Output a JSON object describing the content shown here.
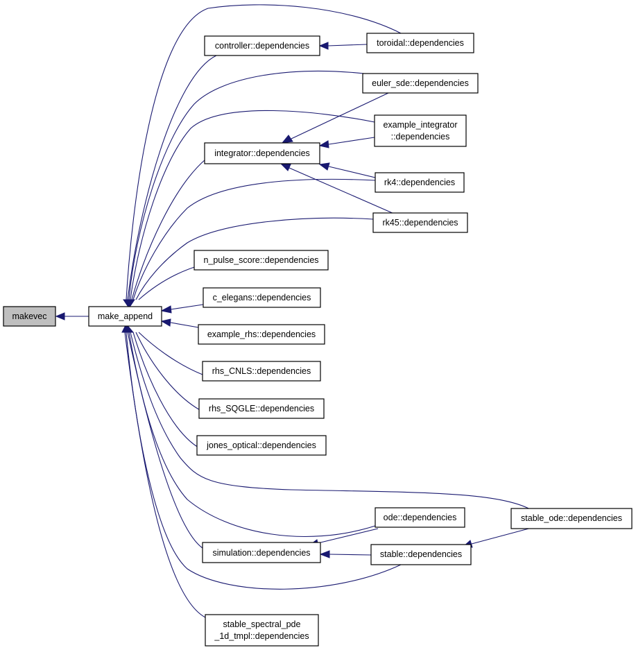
{
  "graph": {
    "edge_color": "#191970",
    "root_fill": "#bfbfbf",
    "node_fill": "#ffffff",
    "nodes": {
      "makevec": [
        "makevec"
      ],
      "make_append": [
        "make_append"
      ],
      "controller": [
        "controller::dependencies"
      ],
      "toroidal": [
        "toroidal::dependencies"
      ],
      "euler_sde": [
        "euler_sde::dependencies"
      ],
      "example_integrator": [
        "example_integrator",
        "::dependencies"
      ],
      "integrator": [
        "integrator::dependencies"
      ],
      "rk4": [
        "rk4::dependencies"
      ],
      "rk45": [
        "rk45::dependencies"
      ],
      "n_pulse_score": [
        "n_pulse_score::dependencies"
      ],
      "c_elegans": [
        "c_elegans::dependencies"
      ],
      "example_rhs": [
        "example_rhs::dependencies"
      ],
      "rhs_CNLS": [
        "rhs_CNLS::dependencies"
      ],
      "rhs_SQGLE": [
        "rhs_SQGLE::dependencies"
      ],
      "jones_optical": [
        "jones_optical::dependencies"
      ],
      "ode": [
        "ode::dependencies"
      ],
      "stable_ode": [
        "stable_ode::dependencies"
      ],
      "simulation": [
        "simulation::dependencies"
      ],
      "stable": [
        "stable::dependencies"
      ],
      "stable_spectral": [
        "stable_spectral_pde",
        "_1d_tmpl::dependencies"
      ]
    },
    "edges": [
      [
        "make_append",
        "makevec"
      ],
      [
        "toroidal",
        "make_append"
      ],
      [
        "controller",
        "make_append"
      ],
      [
        "euler_sde",
        "make_append"
      ],
      [
        "example_integrator",
        "make_append"
      ],
      [
        "integrator",
        "make_append"
      ],
      [
        "rk4",
        "make_append"
      ],
      [
        "rk45",
        "make_append"
      ],
      [
        "n_pulse_score",
        "make_append"
      ],
      [
        "c_elegans",
        "make_append"
      ],
      [
        "example_rhs",
        "make_append"
      ],
      [
        "rhs_CNLS",
        "make_append"
      ],
      [
        "rhs_SQGLE",
        "make_append"
      ],
      [
        "jones_optical",
        "make_append"
      ],
      [
        "stable_ode",
        "make_append"
      ],
      [
        "ode",
        "make_append"
      ],
      [
        "simulation",
        "make_append"
      ],
      [
        "stable",
        "make_append"
      ],
      [
        "stable_spectral",
        "make_append"
      ],
      [
        "toroidal",
        "controller"
      ],
      [
        "euler_sde",
        "integrator"
      ],
      [
        "example_integrator",
        "integrator"
      ],
      [
        "rk4",
        "integrator"
      ],
      [
        "rk45",
        "integrator"
      ],
      [
        "ode",
        "simulation"
      ],
      [
        "stable",
        "simulation"
      ],
      [
        "stable_ode",
        "stable"
      ]
    ]
  }
}
